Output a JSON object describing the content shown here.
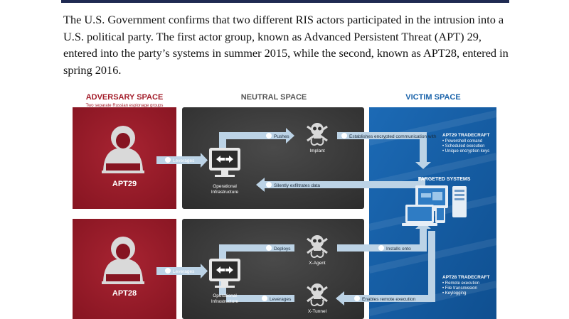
{
  "paragraph": {
    "lines": [
      "The U.S. Government confirms that two different RIS actors participated in the intrusion into a",
      "U.S. political party. The first actor group, known as Advanced Persistent Threat (APT) 29,",
      "entered into the party’s systems in summer 2015, while the second, known as APT28, entered in",
      "spring 2016."
    ]
  },
  "diagram": {
    "headers": {
      "adversary": "ADVERSARY SPACE",
      "adversary_sub": "Two separate Russian espionage groups",
      "neutral": "NEUTRAL SPACE",
      "victim": "VICTIM SPACE"
    },
    "apt29": {
      "name": "APT29",
      "infra_line1": "Operational",
      "infra_line2": "Infrastructure",
      "step1": "Leverages",
      "step2": "Pushes",
      "implant": "Implant",
      "step3": "Establishes encrypted communication with",
      "step4": "Silently exfiltrates data",
      "tradecraft_title": "APT29 TRADECRAFT",
      "tradecraft": [
        "• Powershell comand",
        "• Scheduled execution",
        "• Unique encryption keys"
      ]
    },
    "targets": "TARGETED SYSTEMS",
    "apt28": {
      "name": "APT28",
      "infra_line1": "Operational",
      "infra_line2": "Infrastructure",
      "step1": "Leverages",
      "step2": "Deploys",
      "agent": "X-Agent",
      "step3": "Installs onto",
      "step4": "Leverages",
      "tunnel": "X-Tunnel",
      "step5": "Enables remote execution",
      "tradecraft_title": "APT28 TRADECRAFT",
      "tradecraft": [
        "• Remote execution",
        "• File transmission",
        "• Keylogging"
      ]
    },
    "colors": {
      "adversary": "#9b1a27",
      "neutral": "#3a3a3a",
      "victim": "#1760a8",
      "arrow": "#bcd3e6",
      "header_red": "#a31d2a",
      "header_gray": "#555555",
      "header_blue": "#1a63aa"
    }
  }
}
